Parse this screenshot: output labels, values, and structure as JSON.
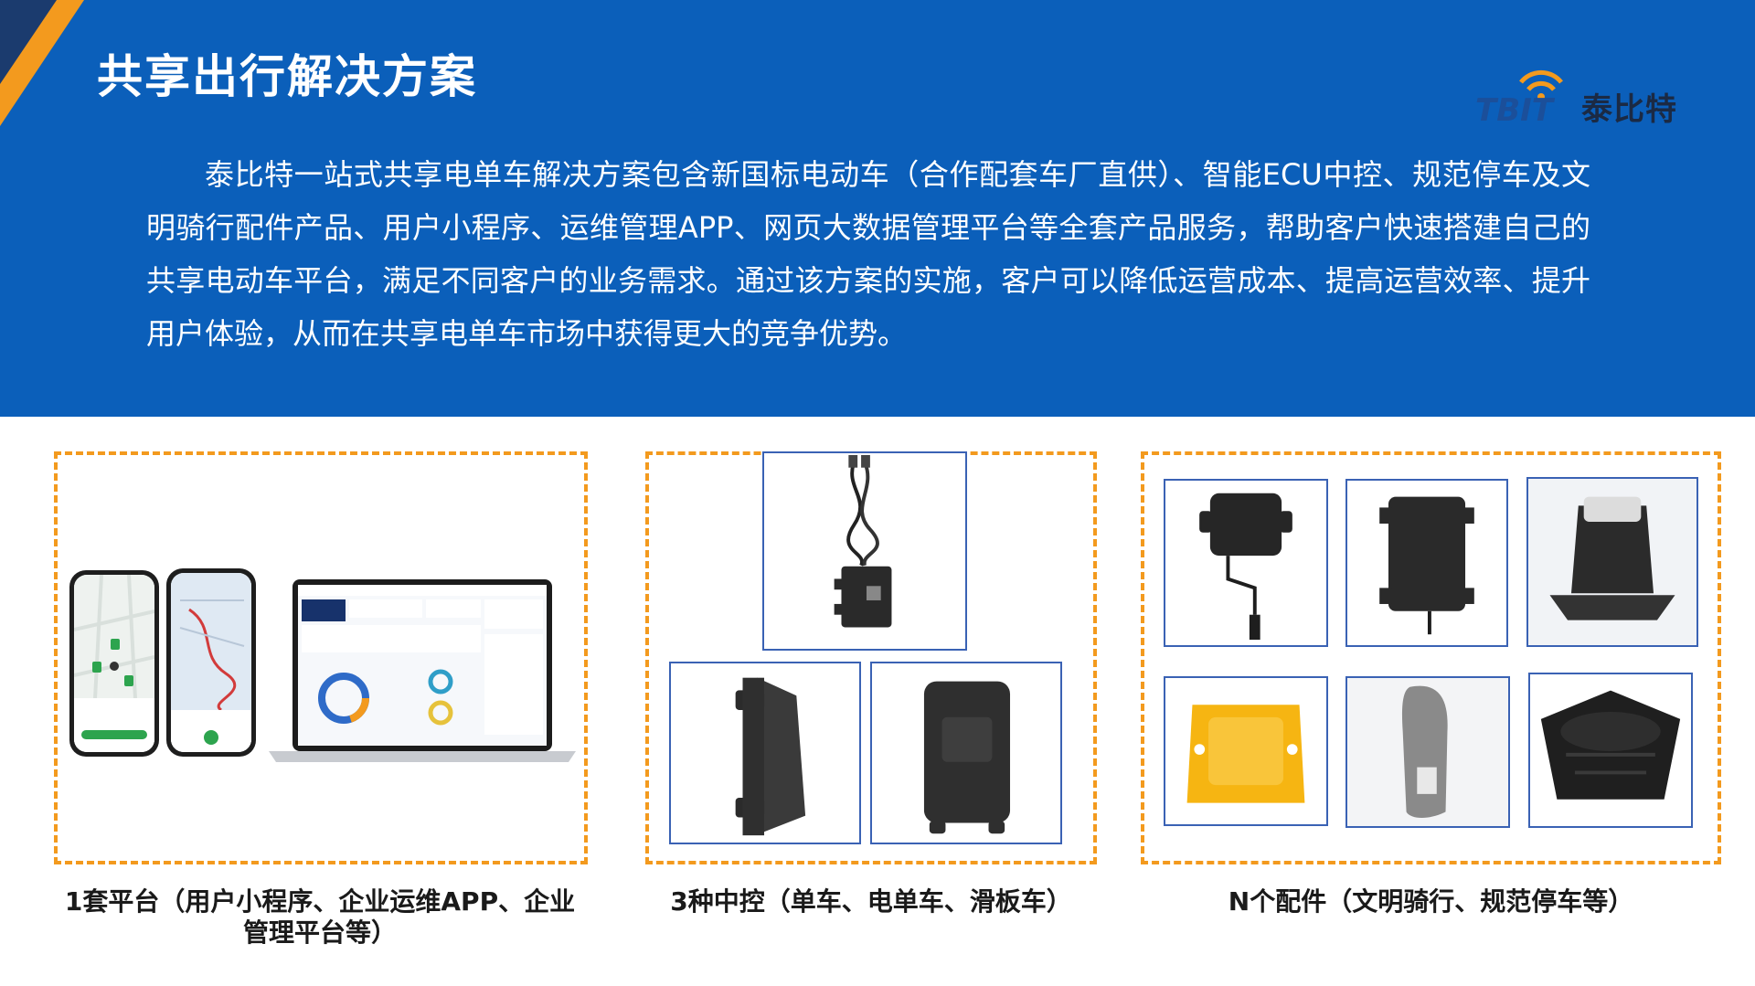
{
  "header": {
    "title": "共享出行解决方案",
    "logo_text": "泰比特",
    "intro": "泰比特一站式共享电单车解决方案包含新国标电动车（合作配套车厂直供）、智能ECU中控、规范停车及文明骑行配件产品、用户小程序、运维管理APP、网页大数据管理平台等全套产品服务，帮助客户快速搭建自己的共享电动车平台，满足不同客户的业务需求。通过该方案的实施，客户可以降低运营成本、提高运营效率、提升用户体验，从而在共享电单车市场中获得更大的竞争优势。"
  },
  "panels": [
    {
      "caption": "1套平台（用户小程序、企业运维APP、企业管理平台等）",
      "images": [
        "phone-map-app",
        "phone-route-app",
        "laptop-dashboard"
      ]
    },
    {
      "caption": "3种中控（单车、电单车、滑板车）",
      "images": [
        "ecu-with-cable",
        "ecu-side-view",
        "ecu-front-view"
      ]
    },
    {
      "caption": "N个配件（文明骑行、规范停车等）",
      "images": [
        "accessory-module-cable",
        "accessory-box-module",
        "accessory-camera-unit",
        "accessory-yellow-marker",
        "accessory-grey-sensor",
        "accessory-black-housing"
      ]
    }
  ],
  "colors": {
    "banner": "#0b5fba",
    "accent_orange": "#f39a1e",
    "image_border": "#3a62b4"
  }
}
